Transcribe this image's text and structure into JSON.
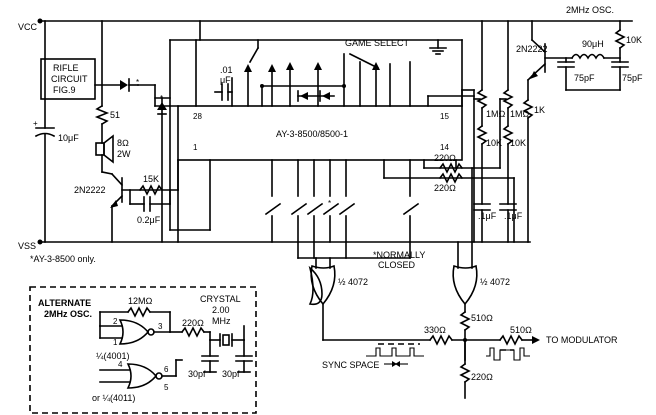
{
  "labels": {
    "vcc": "VCC",
    "vss": "VSS",
    "osc_title": "2MHz OSC.",
    "q_osc": "2N2222",
    "l_90uh": "90μH",
    "r_10k_osc": "10K",
    "c_75pf_1": "75pF",
    "c_75pf_2": "75pF",
    "game_select": "GAME SELECT",
    "rifle_circuit": "RIFLE\nCIRCUIT\nFIG.9",
    "c_01uf": ".01\nμF",
    "chip_name": "AY-3-8500/8500-1",
    "pin28": "28",
    "pin1": "1",
    "pin15": "15",
    "pin14": "14",
    "r_51": "51",
    "c_10uf": "10μF",
    "speaker": "8Ω\n2W",
    "q_audio": "2N2222",
    "r_15k": "15K",
    "c_02uf": "0.2μF",
    "r_1m_1": "1MΩ",
    "r_1m_2": "1MΩ",
    "r_1k": "1K",
    "r_10k_a": "10K",
    "r_10k_b": "10K",
    "r_220_a": "220Ω",
    "r_220_b": "220Ω",
    "c_1uf_a": ".1μF",
    "c_1uf_b": ".1μF",
    "footnote": "*AY-3-8500 only.",
    "normally_closed": "*NORMALLY\nCLOSED",
    "gate_left": "½ 4072",
    "gate_right": "½ 4072",
    "alt_title": "ALTERNATE\n2MHz OSC.",
    "r_12m": "12MΩ",
    "crystal": "CRYSTAL\n2.00\nMHz",
    "r_220_alt": "220Ω",
    "c_30pf_1": "30pf",
    "c_30pf_2": "30pf",
    "n4001": "¼(4001)",
    "n4011": "or ¼(4011)",
    "alt_pin1": "1",
    "alt_pin2": "2",
    "alt_pin3": "3",
    "alt_pin4": "4",
    "alt_pin5": "5",
    "alt_pin6": "6",
    "r_510_a": "510Ω",
    "r_510_b": "510Ω",
    "r_330": "330Ω",
    "r_220_out": "220Ω",
    "sync_space": "SYNC SPACE",
    "to_modulator": "TO MODULATOR"
  }
}
